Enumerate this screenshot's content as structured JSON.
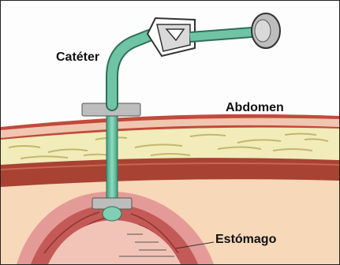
{
  "labels": {
    "catheter": "Catéter",
    "abdomen": "Abdomen",
    "stomach": "Estómago"
  },
  "colors": {
    "skin": "#f7dcc0",
    "fat": "#f1ecba",
    "muscle": "#a84233",
    "stomach": "#e49b97",
    "tube": "#6fc4a6",
    "clamp": "#bdbdbd"
  }
}
